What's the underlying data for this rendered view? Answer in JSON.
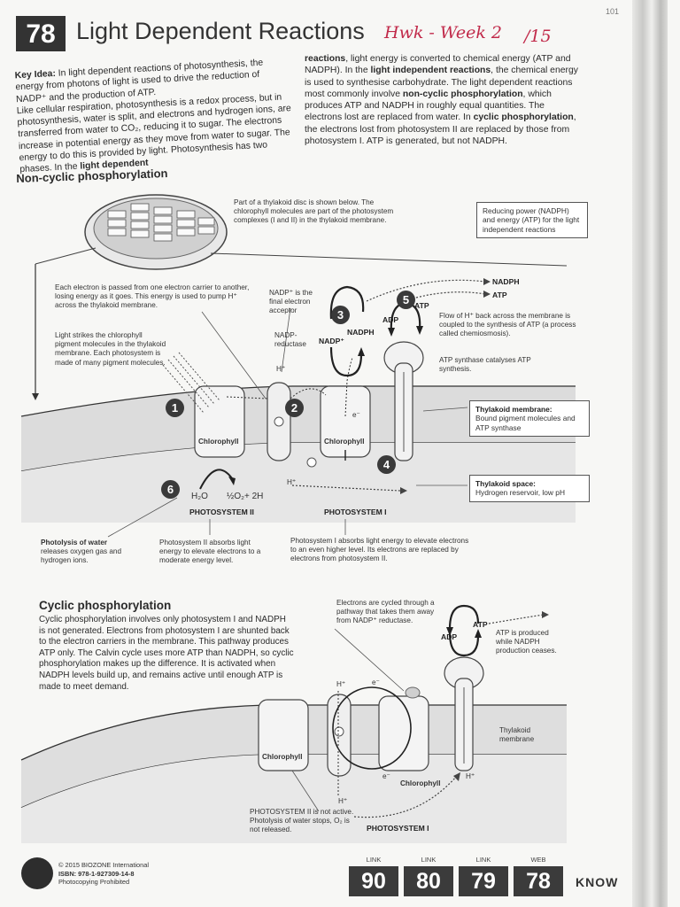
{
  "page": {
    "number": "101"
  },
  "header": {
    "chapter_number": "78",
    "title": "Light Dependent Reactions",
    "handwritten_note": "Hwk - Week 2",
    "handwritten_score": "/15"
  },
  "intro": {
    "left": [
      {
        "t": "Key Idea:",
        "b": true
      },
      {
        "t": " In light dependent reactions of photosynthesis, the energy from photons of light is used to drive the reduction of NADP⁺ and the production of ATP.",
        "b": false
      },
      {
        "t": "\nLike cellular respiration, photosynthesis is a redox process, but in photosynthesis, water is split, and electrons and hydrogen ions, are transferred from water to CO₂, reducing it to sugar. The electrons increase in potential energy as they move from water to sugar. The energy to do this is provided by light. Photosynthesis has two phases. In the ",
        "b": false
      },
      {
        "t": "light dependent",
        "b": true
      }
    ],
    "right": [
      {
        "t": "reactions",
        "b": true
      },
      {
        "t": ", light energy is converted to chemical energy (ATP and NADPH). In the ",
        "b": false
      },
      {
        "t": "light independent reactions",
        "b": true
      },
      {
        "t": ", the chemical energy is used to synthesise carbohydrate. The light dependent reactions most commonly involve ",
        "b": false
      },
      {
        "t": "non-cyclic phosphorylation",
        "b": true
      },
      {
        "t": ", which produces ATP and NADPH in roughly equal quantities. The electrons lost are replaced from water. In ",
        "b": false
      },
      {
        "t": "cyclic phosphorylation",
        "b": true
      },
      {
        "t": ", the electrons lost from photosystem II are replaced by those from photosystem I. ATP is generated, but not NADPH.",
        "b": false
      }
    ]
  },
  "noncyclic": {
    "heading": "Non-cyclic phosphorylation",
    "labels": {
      "thylakoid_intro": "Part of a thylakoid disc is shown below. The chlorophyll molecules are part of the photosystem complexes (I and II) in the thylakoid membrane.",
      "reducing_power": "Reducing power (NADPH) and energy (ATP) for the light independent reactions",
      "electron_carrier": "Each electron is passed from one electron carrier to another, losing energy as it goes. This energy is used to pump H⁺ across the thylakoid membrane.",
      "nadp_acceptor": "NADP⁺ is the final electron acceptor",
      "nadp_reductase": "NADP-reductase",
      "nadph_out": "NADPH",
      "atp_out": "ATP",
      "nadp_plus": "NADP⁺",
      "nadph": "NADPH",
      "adp": "ADP",
      "atp": "ATP",
      "h_plus": "H⁺",
      "e_minus": "e⁻",
      "flow_h": "Flow of H⁺ back across the membrane is coupled to the synthesis of ATP (a process called chemiosmosis).",
      "atp_synthase": "ATP synthase catalyses ATP synthesis.",
      "light_strikes": "Light strikes the chlorophyll pigment molecules in the thylakoid membrane. Each photosystem is made of many pigment molecules.",
      "chlorophyll_a": "Chlorophyll",
      "chlorophyll_b": "Chlorophyll",
      "thylakoid_membrane_title": "Thylakoid membrane:",
      "thylakoid_membrane_text": "Bound pigment molecules and ATP synthase",
      "thylakoid_space_title": "Thylakoid space:",
      "thylakoid_space_text": "Hydrogen reservoir, low pH",
      "water_eq_1": "H₂O",
      "water_eq_2": "½O₂+ 2H",
      "ps2": "PHOTOSYSTEM II",
      "ps1": "PHOTOSYSTEM I",
      "photolysis_title": "Photolysis of water",
      "photolysis_text": "releases oxygen gas and hydrogen ions.",
      "ps2_absorbs": "Photosystem II absorbs light energy to elevate electrons to a moderate energy level.",
      "ps1_absorbs": "Photosystem I absorbs light energy to elevate electrons to an even higher level. Its electrons are replaced by electrons from photosystem II.",
      "numbers": [
        "1",
        "2",
        "3",
        "4",
        "5",
        "6"
      ]
    }
  },
  "cyclic": {
    "heading": "Cyclic phosphorylation",
    "body": "Cyclic phosphorylation involves only photosystem I and NADPH is not generated. Electrons from photosystem I are shunted back to the electron carriers in the membrane. This pathway produces ATP only. The Calvin cycle uses more ATP than NADPH, so cyclic phosphorylation makes up the difference. It is activated when NADPH levels build up, and remains active until enough ATP is made to meet demand.",
    "labels": {
      "cycled": "Electrons are cycled through a pathway that takes them away from NADP⁺ reductase.",
      "adp": "ADP",
      "atp": "ATP",
      "atp_produced": "ATP is produced while NADPH production ceases.",
      "h_plus_top": "H⁺",
      "e_top": "e⁻",
      "thylakoid_membrane": "Thylakoid membrane",
      "chlorophyll_left": "Chlorophyll",
      "chlorophyll_right": "Chlorophyll",
      "e_bottom": "e⁻",
      "h_plus_bottom": "H⁺",
      "h_plus_right": "H⁺",
      "ps2_note": "PHOTOSYSTEM II is not active. Photolysis of water stops, O₂ is not released.",
      "ps1": "PHOTOSYSTEM I"
    }
  },
  "footer": {
    "copyright": "© 2015 BIOZONE International",
    "isbn": "ISBN: 978-1-927309-14-8",
    "notice": "Photocopying Prohibited",
    "links": [
      {
        "label": "LINK",
        "value": "90"
      },
      {
        "label": "LINK",
        "value": "80"
      },
      {
        "label": "LINK",
        "value": "79"
      },
      {
        "label": "WEB",
        "value": "78"
      }
    ],
    "know": "KNOW"
  }
}
